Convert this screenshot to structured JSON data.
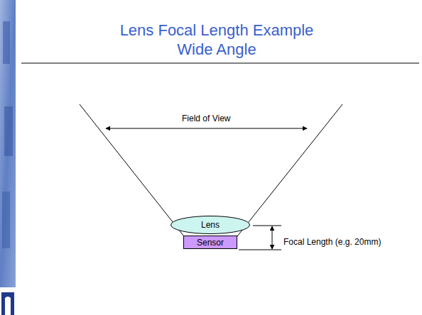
{
  "diagram": {
    "title": "Lens Focal Length Example Wide Angle",
    "nodes": [
      {
        "text": [
          "Lens"
        ]
      },
      {
        "text": [
          "Sensor"
        ]
      }
    ],
    "labels": [
      "Field of View",
      "Focal Length (e.g. 20mm)"
    ]
  }
}
